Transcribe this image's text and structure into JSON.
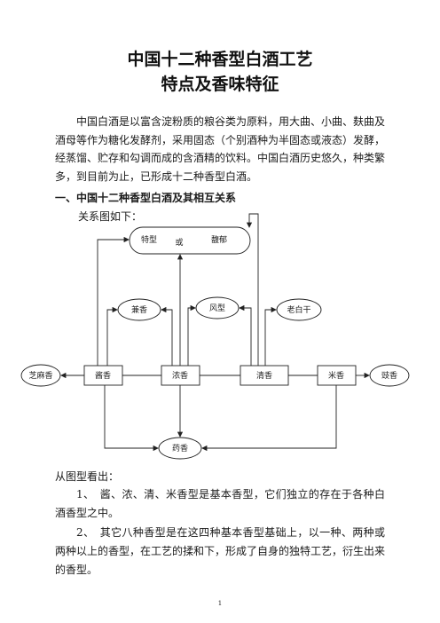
{
  "title_line1": "中国十二种香型白酒工艺",
  "title_line2": "特点及香味特征",
  "intro": "中国白酒是以富含淀粉质的粮谷类为原料，用大曲、小曲、麸曲及酒母等作为糖化发酵剂，采用固态（个别酒种为半固态或液态）发酵，经蒸馏、贮存和勾调而成的含酒精的饮料。中国白酒历史悠久，种类繁多，到目前为止，已形成十二种香型白酒。",
  "section_heading": "一、中国十二种香型白酒及其相互关系",
  "diagram_caption": "关系图如下：",
  "diagram": {
    "top_left": "特型",
    "top_or": "或",
    "top_right": "馥郁",
    "jianxiang": "兼香",
    "fengxing": "风型",
    "laobaigan": "老白干",
    "zhimaxiang": "芝麻香",
    "jiangxiang": "酱香",
    "nongxiang": "浓香",
    "qingxiang": "清香",
    "mixiang": "米香",
    "chixiang": "豉香",
    "yaoxiang": "药香"
  },
  "conclusion_intro": "从图型看出：",
  "point1": "1、　酱、浓、清、米香型是基本香型，它们独立的存在于各种白酒香型之中。",
  "point2": "2、　其它八种香型是在这四种基本香型基础上，以一种、两种或两种以上的香型，在工艺的揉和下，形成了自身的独特工艺，衍生出来的香型。",
  "page_number": "1"
}
